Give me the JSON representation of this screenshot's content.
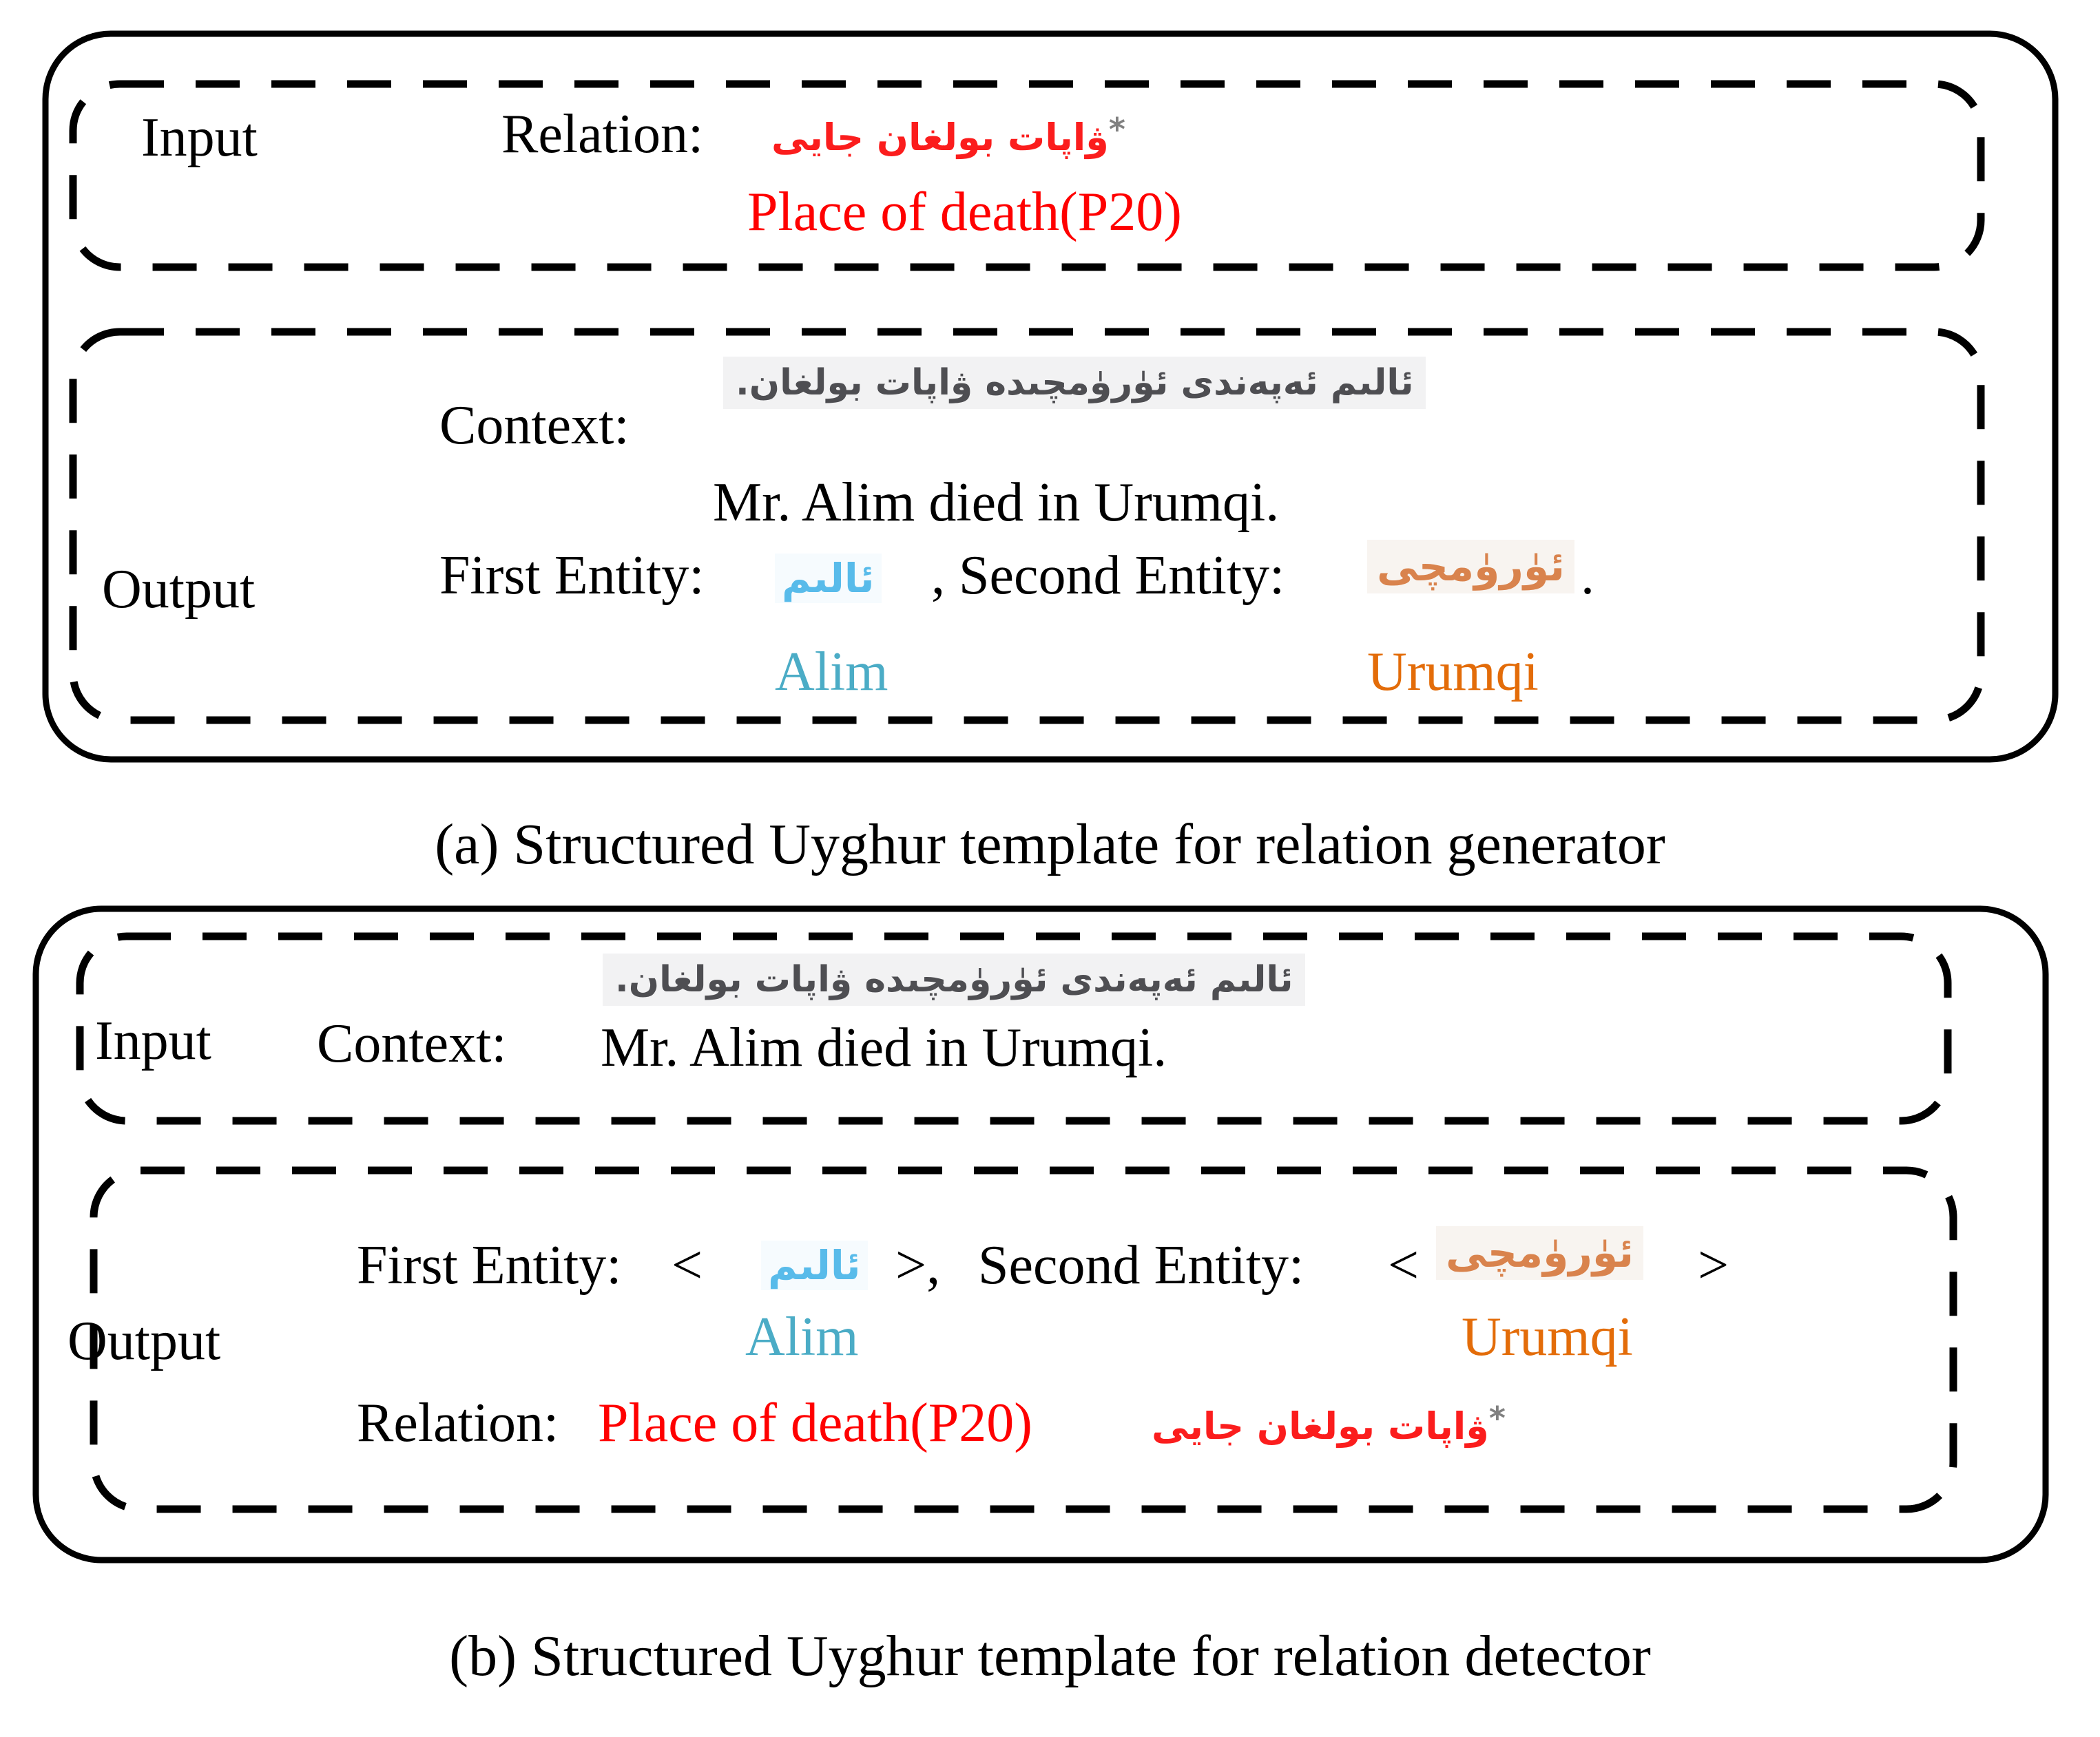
{
  "panel_a": {
    "caption": "(a) Structured Uyghur template for relation generator",
    "input_row": {
      "box_label": "Input",
      "relation_label": "Relation:",
      "relation_value_uyghur": "ۋاپات بولغان جايى",
      "relation_footnote_mark": "*",
      "relation_value_english": "Place of death(P20)"
    },
    "output_row": {
      "box_label": "Output",
      "context_label": "Context:",
      "context_value_uyghur": "ئالىم ئەپەندى ئۈرۈمچىدە ۋاپات بولغان.",
      "context_value_english": "Mr. Alim died in Urumqi.",
      "first_entity_label": "First Entity:",
      "first_entity_uyghur": "ئالىم",
      "second_entity_label_with_comma": ", Second Entity:",
      "second_entity_uyghur": "ئۈرۈمچى",
      "sentence_period": ".",
      "first_entity_english": "Alim",
      "second_entity_english": "Urumqi"
    }
  },
  "panel_b": {
    "caption": "(b) Structured Uyghur template for relation detector",
    "input_row": {
      "box_label": "Input",
      "context_label": "Context:",
      "context_value_uyghur": "ئالىم ئەپەندى ئۈرۈمچىدە ۋاپات بولغان.",
      "context_value_english": "Mr. Alim died in Urumqi."
    },
    "output_row": {
      "box_label": "Output",
      "first_entity_label": "First Entity:",
      "open_bracket_1": "<",
      "first_entity_uyghur": "ئالىم",
      "close_bracket_comma": ">,",
      "second_entity_label": "Second Entity:",
      "open_bracket_2": "<",
      "second_entity_uyghur": "ئۈرۈمچى",
      "close_bracket_2": ">",
      "first_entity_english": "Alim",
      "second_entity_english": "Urumqi",
      "relation_label": "Relation:",
      "relation_value_english": "Place of death(P20)",
      "relation_value_uyghur": "ۋاپات بولغان جايى",
      "relation_footnote_mark": "*"
    }
  },
  "colors": {
    "relation_red": "#ff0000",
    "relation_red_uyghur": "#fb1d1d",
    "entity_blue_label": "#4bacc6",
    "entity_blue_uyghur": "#58bbea",
    "entity_orange_label": "#e36c09",
    "entity_orange_uyghur": "#d9834d",
    "context_text_gray": "#4e4e52",
    "context_background_gray": "#f2f2f3",
    "footnote_gray": "#808080",
    "border_black": "#000000"
  }
}
